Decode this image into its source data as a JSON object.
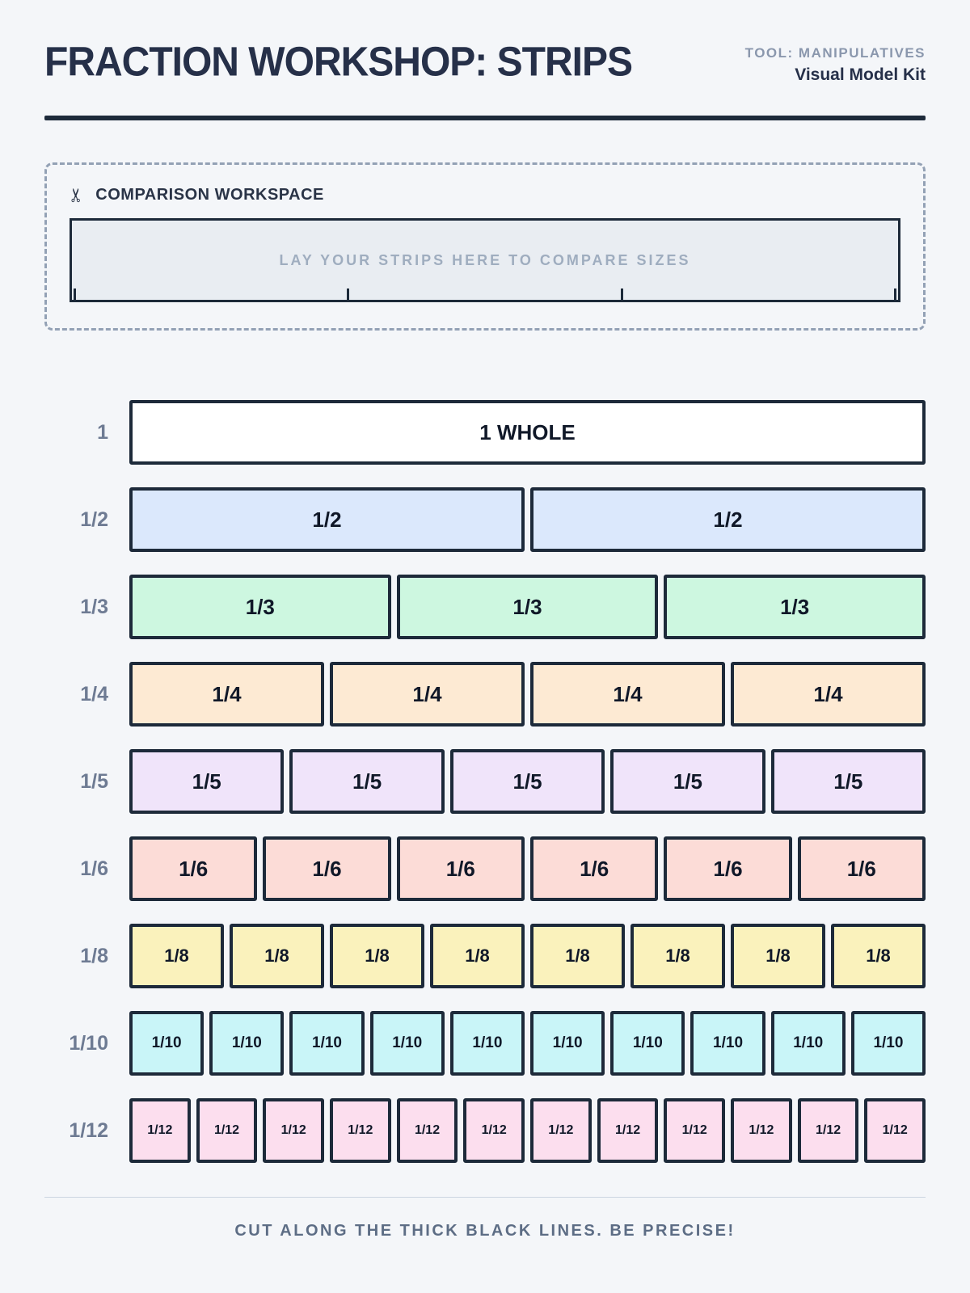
{
  "header": {
    "title": "FRACTION WORKSHOP: STRIPS",
    "tool_label": "TOOL: MANIPULATIVES",
    "kit_label": "Visual Model Kit"
  },
  "workspace": {
    "icon": "scissors-icon",
    "icon_glyph": "✂",
    "title": "COMPARISON WORKSPACE",
    "placeholder": "LAY YOUR STRIPS HERE TO COMPARE SIZES"
  },
  "colors": {
    "ink": "#1d2a3a",
    "background": "#f4f6f9",
    "tray_fill": "#e9edf2",
    "whole": "#ffffff",
    "half": "#dbe8fc",
    "third": "#cdf7e0",
    "quarter": "#fdead3",
    "fifth": "#f0e4fa",
    "sixth": "#fcdcd7",
    "eighth": "#faf2bc",
    "tenth": "#c9f5f8",
    "twelfth": "#fcdeee"
  },
  "strips": [
    {
      "label": "1",
      "color": "#ffffff",
      "segments": [
        "1 WHOLE"
      ]
    },
    {
      "label": "1/2",
      "color": "#dbe8fc",
      "segments": [
        "1/2",
        "1/2"
      ]
    },
    {
      "label": "1/3",
      "color": "#cdf7e0",
      "segments": [
        "1/3",
        "1/3",
        "1/3"
      ]
    },
    {
      "label": "1/4",
      "color": "#fdead3",
      "segments": [
        "1/4",
        "1/4",
        "1/4",
        "1/4"
      ]
    },
    {
      "label": "1/5",
      "color": "#f0e4fa",
      "segments": [
        "1/5",
        "1/5",
        "1/5",
        "1/5",
        "1/5"
      ]
    },
    {
      "label": "1/6",
      "color": "#fcdcd7",
      "segments": [
        "1/6",
        "1/6",
        "1/6",
        "1/6",
        "1/6",
        "1/6"
      ]
    },
    {
      "label": "1/8",
      "color": "#faf2bc",
      "segments": [
        "1/8",
        "1/8",
        "1/8",
        "1/8",
        "1/8",
        "1/8",
        "1/8",
        "1/8"
      ]
    },
    {
      "label": "1/10",
      "color": "#c9f5f8",
      "segments": [
        "1/10",
        "1/10",
        "1/10",
        "1/10",
        "1/10",
        "1/10",
        "1/10",
        "1/10",
        "1/10",
        "1/10"
      ]
    },
    {
      "label": "1/12",
      "color": "#fcdeee",
      "segments": [
        "1/12",
        "1/12",
        "1/12",
        "1/12",
        "1/12",
        "1/12",
        "1/12",
        "1/12",
        "1/12",
        "1/12",
        "1/12",
        "1/12"
      ]
    }
  ],
  "footer": {
    "note": "CUT ALONG THE THICK BLACK LINES. BE PRECISE!"
  }
}
